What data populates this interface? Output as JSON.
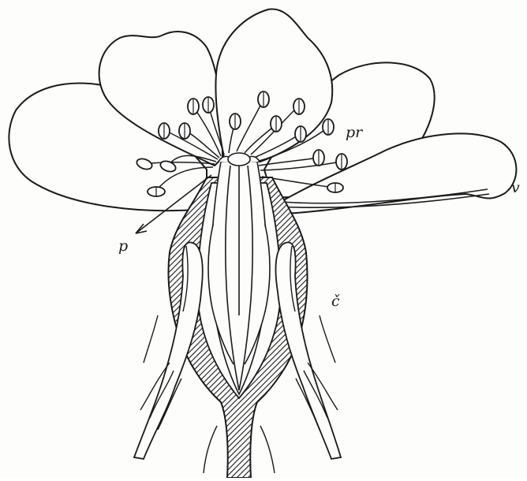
{
  "figure": {
    "labels": {
      "pistil_label": "p",
      "stamen_label": "pr",
      "petal_label": "v",
      "calyx_label": "č"
    }
  },
  "colors": {
    "ink": "#1a1a1a",
    "paper": "#fdfdfc"
  }
}
